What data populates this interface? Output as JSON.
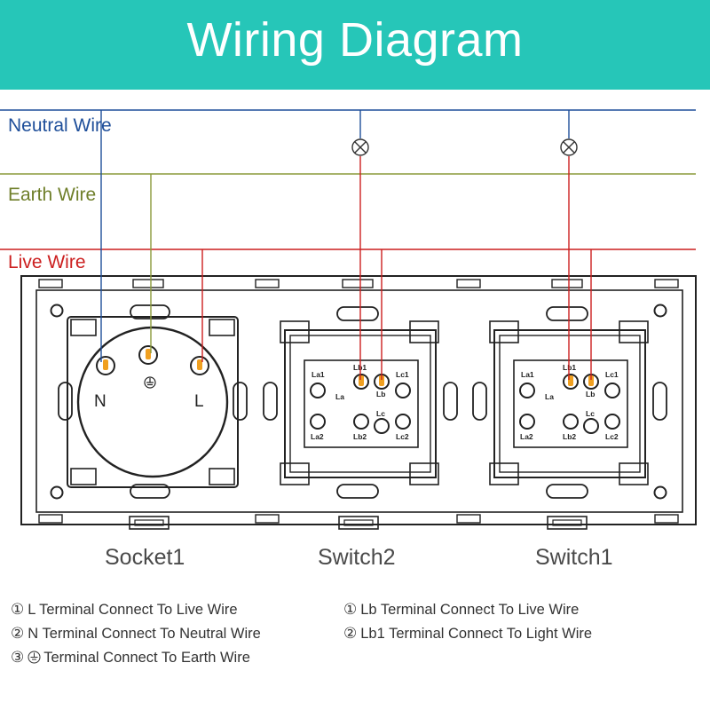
{
  "title": "Wiring Diagram",
  "wires": {
    "neutral": "Neutral Wire",
    "earth": "Earth Wire",
    "live": "Live Wire"
  },
  "colors": {
    "banner": "#26c6b8",
    "neutral": "#1f4f9a",
    "earth": "#6f7f2a",
    "live": "#cc1f1f",
    "terminal": "#f0a020"
  },
  "devices": {
    "socket": "Socket1",
    "switch2": "Switch2",
    "switch1": "Switch1"
  },
  "socket_terminals": {
    "n": "N",
    "l": "L"
  },
  "switch_terminals": {
    "la1": "La1",
    "lb1": "Lb1",
    "lc1": "Lc1",
    "la": "La",
    "lb": "Lb",
    "lc": "Lc",
    "la2": "La2",
    "lb2": "Lb2",
    "lc2": "Lc2"
  },
  "notes_socket": [
    {
      "num": "①",
      "text": "L Terminal Connect To Live Wire"
    },
    {
      "num": "②",
      "text": "N Terminal Connect To Neutral Wire"
    },
    {
      "num": "③",
      "text": "Terminal Connect To Earth Wire"
    }
  ],
  "notes_switch": [
    {
      "num": "①",
      "text": "Lb Terminal Connect To Live Wire"
    },
    {
      "num": "②",
      "text": "Lb1 Terminal Connect To Light Wire"
    }
  ]
}
